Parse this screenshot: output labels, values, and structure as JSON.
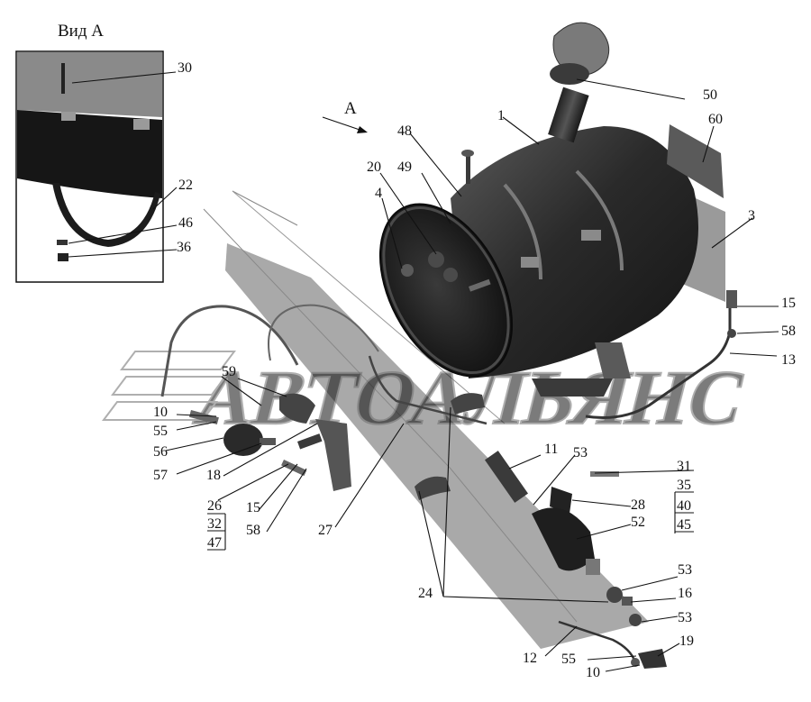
{
  "view": {
    "title": "Вид А",
    "arrow_label": "А"
  },
  "watermark": "АВТОАЛЬЯНС",
  "callouts": {
    "c30": "30",
    "c22": "22",
    "c46": "46",
    "c36": "36",
    "c50": "50",
    "c60": "60",
    "c1": "1",
    "c48": "48",
    "c20": "20",
    "c49": "49",
    "c4": "4",
    "c3": "3",
    "c15a": "15",
    "c58a": "58",
    "c13": "13",
    "c59": "59",
    "c10a": "10",
    "c55a": "55",
    "c56": "56",
    "c57": "57",
    "c18": "18",
    "c26": "26",
    "c32": "32",
    "c47": "47",
    "c15b": "15",
    "c58b": "58",
    "c27": "27",
    "c11": "11",
    "c53a": "53",
    "c28": "28",
    "c52": "52",
    "c31": "31",
    "c35": "35",
    "c40": "40",
    "c45": "45",
    "c24": "24",
    "c53b": "53",
    "c16": "16",
    "c53c": "53",
    "c12": "12",
    "c55b": "55",
    "c19": "19",
    "c10b": "10"
  }
}
